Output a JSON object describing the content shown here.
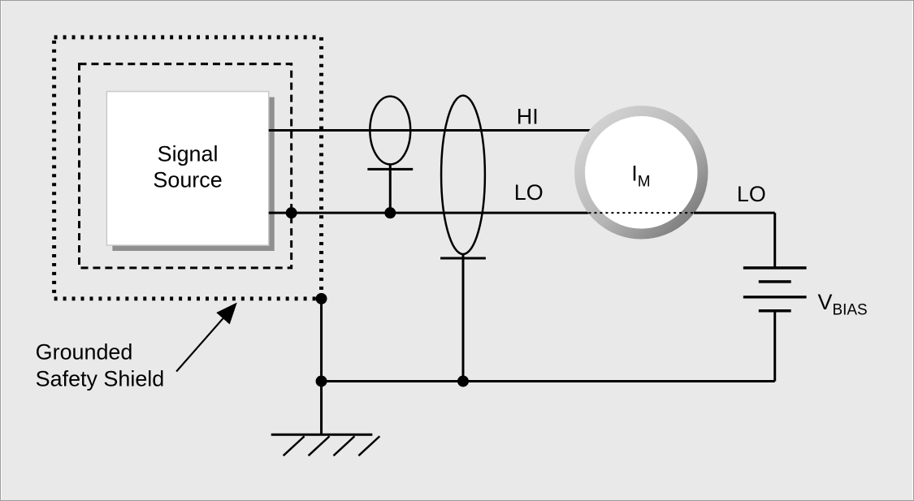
{
  "diagram": {
    "labels": {
      "signal_source": [
        "Signal",
        "Source"
      ],
      "hi": "HI",
      "lo_mid": "LO",
      "lo_right": "LO",
      "ammeter_main": "I",
      "ammeter_sub": "M",
      "vbias_main": "V",
      "vbias_sub": "BIAS",
      "grounded_shield": [
        "Grounded",
        "Safety Shield"
      ]
    },
    "colors": {
      "background": "#e9e9e9",
      "line": "#000000",
      "box_fill": "#ffffff",
      "box_shadow": "#8f8f8f",
      "meter_ring_light": "#d9d9d9",
      "meter_ring_dark": "#6e6e6e"
    }
  }
}
